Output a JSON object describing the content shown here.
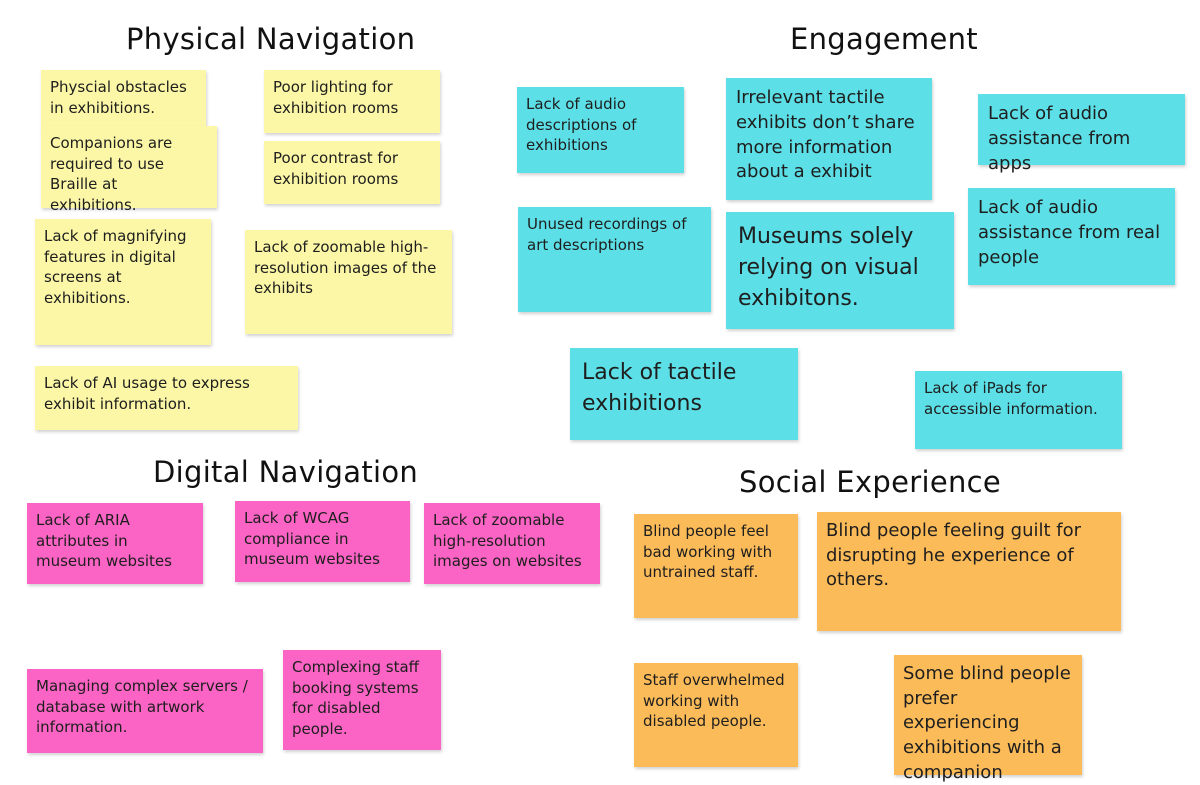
{
  "colors": {
    "yellow": "#fbf7a6",
    "cyan": "#5cdfe6",
    "pink": "#fb63c4",
    "orange": "#fcbb59"
  },
  "sections": {
    "physical": {
      "title": "Physical Navigation",
      "notes": [
        "Physcial obstacles\nin exhibitions.",
        "Companions are\nrequired to use\nBraille at exhibitions.",
        "Poor lighting for\nexhibition rooms",
        "Poor contrast for\nexhibition rooms",
        "Lack of magnifying\nfeatures in digital\nscreens at\nexhibitions.",
        "Lack of zoomable high-\nresolution images of the\nexhibits",
        "Lack of AI usage to express\nexhibit information."
      ]
    },
    "engagement": {
      "title": "Engagement",
      "notes": [
        "Lack of audio\ndescriptions of\nexhibitions",
        "Irrelevant tactile\nexhibits don’t share\nmore information\nabout a exhibit",
        "Lack of audio\nassistance from apps",
        "Unused recordings of\nart descriptions",
        "Museums solely\nrelying on visual\nexhibitons.",
        "Lack of audio\nassistance from real\npeople",
        "Lack of tactile\nexhibitions",
        "Lack of iPads for\naccessible information."
      ]
    },
    "digital": {
      "title": "Digital Navigation",
      "notes": [
        "Lack of ARIA\nattributes in\nmuseum websites",
        "Lack of WCAG\ncompliance in\nmuseum websites",
        "Lack of zoomable\nhigh-resolution\nimages on websites",
        "Managing complex servers /\ndatabase with artwork\ninformation.",
        "Complexing staff\nbooking systems\nfor disabled\npeople."
      ]
    },
    "social": {
      "title": "Social Experience",
      "notes": [
        "Blind people feel\nbad working with\nuntrained staff.",
        "Blind people feeling guilt for\ndisrupting he experience of\nothers.",
        "Staff overwhelmed\nworking with\ndisabled people.",
        "Some blind people\nprefer experiencing\nexhibitions with a\ncompanion"
      ]
    }
  }
}
